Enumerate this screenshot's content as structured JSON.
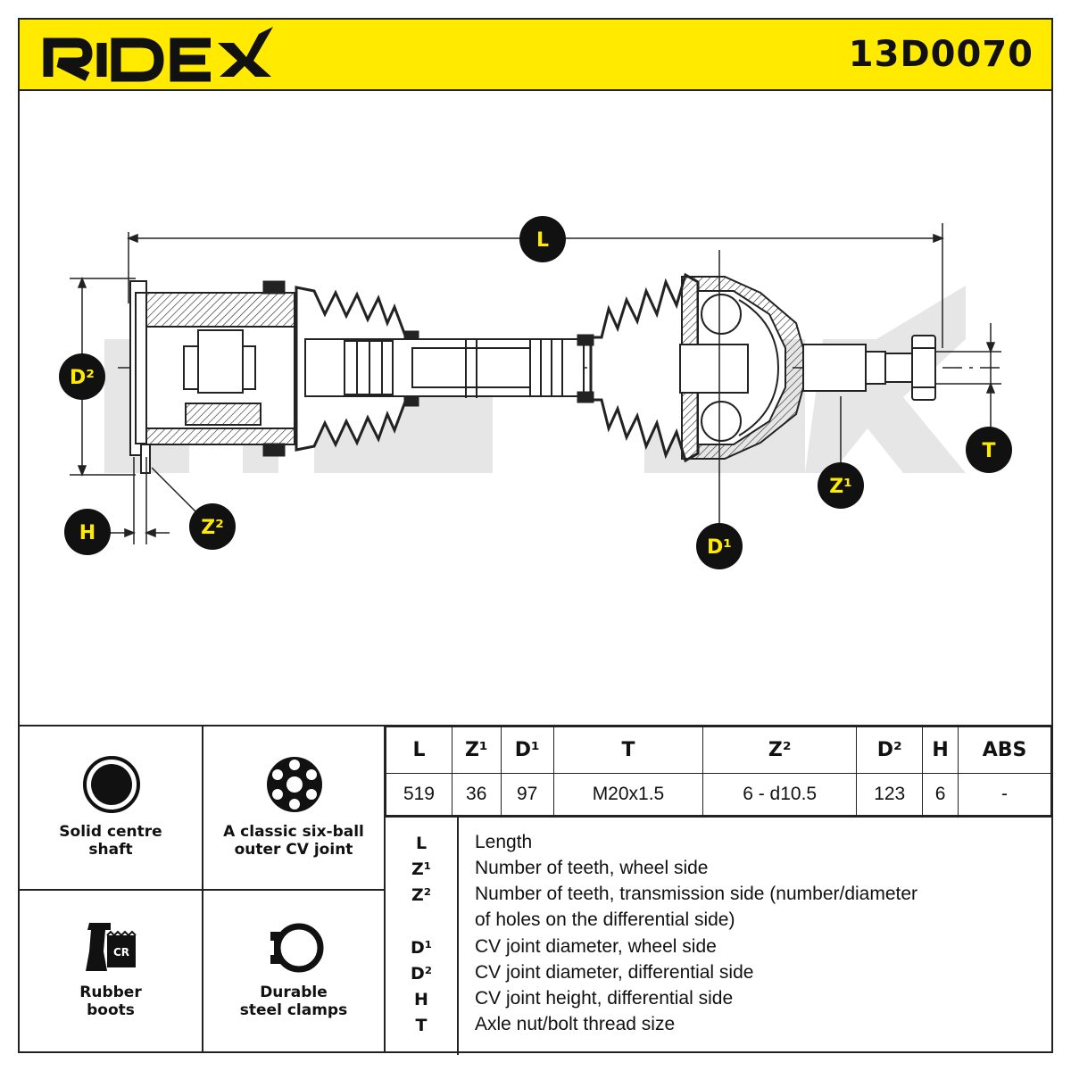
{
  "brand": {
    "name": "RIDEX",
    "part_number": "13D0070",
    "accent": "#ffea00"
  },
  "drawing": {
    "labels": {
      "L": "L",
      "D2": "D²",
      "H": "H",
      "Z2": "Z²",
      "D1": "D¹",
      "Z1": "Z¹",
      "T": "T"
    }
  },
  "features": [
    {
      "label": "Solid centre\nshaft",
      "icon": "solid-shaft-icon"
    },
    {
      "label": "A classic six-ball\nouter CV joint",
      "icon": "six-ball-joint-icon"
    },
    {
      "label": "Rubber\nboots",
      "icon": "rubber-boot-icon",
      "badge": "CR"
    },
    {
      "label": "Durable\nsteel clamps",
      "icon": "steel-clamp-icon"
    }
  ],
  "spec_table": {
    "headers": [
      "L",
      "Z¹",
      "D¹",
      "T",
      "Z²",
      "D²",
      "H",
      "ABS"
    ],
    "values": [
      "519",
      "36",
      "97",
      "M20x1.5",
      "6 - d10.5",
      "123",
      "6",
      "-"
    ]
  },
  "legend": [
    {
      "symbol": "L",
      "text": "Length"
    },
    {
      "symbol": "Z¹",
      "text": "Number of teeth, wheel side"
    },
    {
      "symbol": "Z²",
      "text": "Number of teeth, transmission side (number/diameter"
    },
    {
      "symbol": "",
      "text": "of holes on the differential side)"
    },
    {
      "symbol": "D¹",
      "text": "CV joint diameter, wheel side"
    },
    {
      "symbol": "D²",
      "text": "CV joint diameter, differential side"
    },
    {
      "symbol": "H",
      "text": "CV joint height, differential side"
    },
    {
      "symbol": "T",
      "text": "Axle nut/bolt thread size"
    }
  ]
}
